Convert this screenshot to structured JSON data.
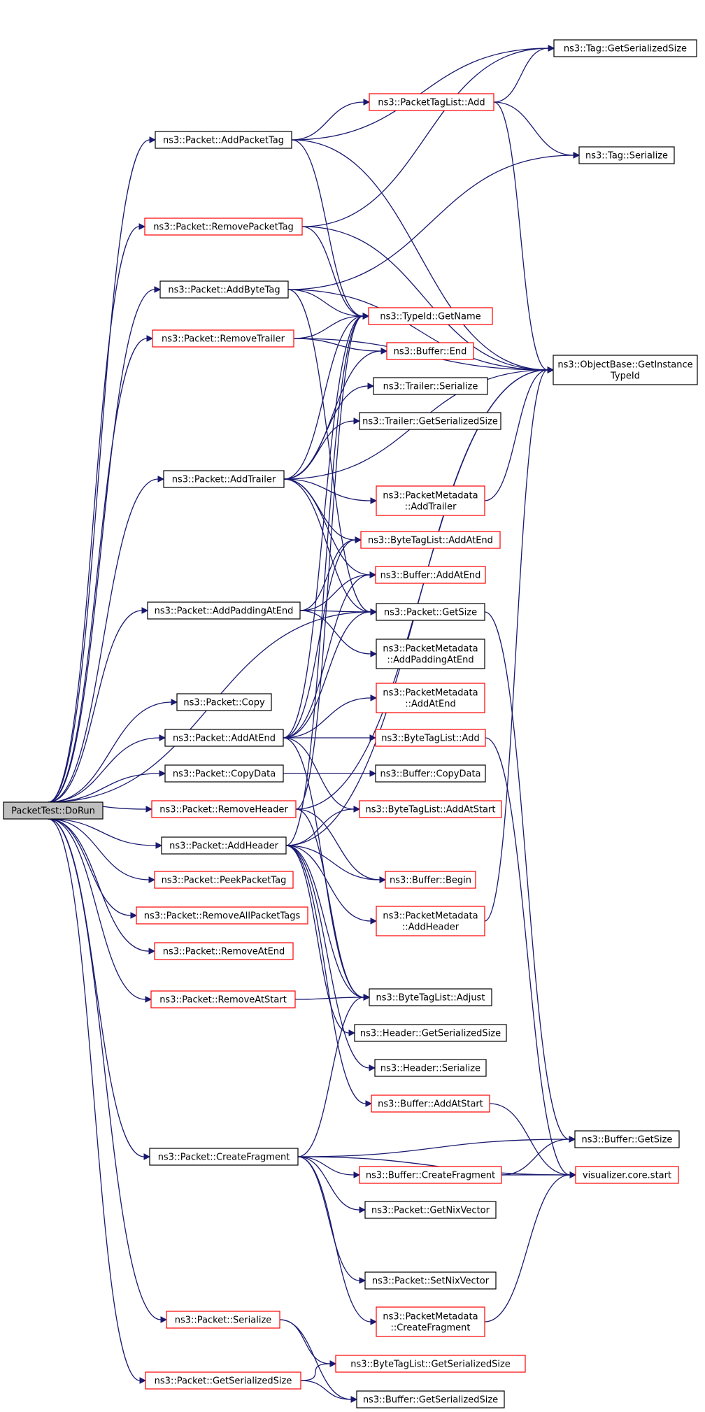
{
  "colors": {
    "edge": "#191970",
    "border_black": "#000000",
    "border_red": "#ff0000",
    "root_fill": "#bfbfbf"
  },
  "nodes": [
    {
      "id": "n0",
      "label": [
        "PacketTest::DoRun"
      ],
      "style": "root"
    },
    {
      "id": "n1",
      "label": [
        "ns3::Packet::AddPacketTag"
      ],
      "style": "black"
    },
    {
      "id": "n2",
      "label": [
        "ns3::Packet::RemovePacketTag"
      ],
      "style": "red"
    },
    {
      "id": "n3",
      "label": [
        "ns3::Packet::AddByteTag"
      ],
      "style": "black"
    },
    {
      "id": "n4",
      "label": [
        "ns3::Packet::RemoveTrailer"
      ],
      "style": "red"
    },
    {
      "id": "n5",
      "label": [
        "ns3::Packet::AddTrailer"
      ],
      "style": "black"
    },
    {
      "id": "n6",
      "label": [
        "ns3::Packet::AddPaddingAtEnd"
      ],
      "style": "black"
    },
    {
      "id": "n7",
      "label": [
        "ns3::Packet::Copy"
      ],
      "style": "black"
    },
    {
      "id": "n8",
      "label": [
        "ns3::Packet::AddAtEnd"
      ],
      "style": "black"
    },
    {
      "id": "n9",
      "label": [
        "ns3::Packet::CopyData"
      ],
      "style": "black"
    },
    {
      "id": "n10",
      "label": [
        "ns3::Packet::RemoveHeader"
      ],
      "style": "red"
    },
    {
      "id": "n11",
      "label": [
        "ns3::Packet::AddHeader"
      ],
      "style": "black"
    },
    {
      "id": "n12",
      "label": [
        "ns3::Packet::PeekPacketTag"
      ],
      "style": "red"
    },
    {
      "id": "n13",
      "label": [
        "ns3::Packet::RemoveAllPacketTags"
      ],
      "style": "red"
    },
    {
      "id": "n14",
      "label": [
        "ns3::Packet::RemoveAtEnd"
      ],
      "style": "red"
    },
    {
      "id": "n15",
      "label": [
        "ns3::Packet::RemoveAtStart"
      ],
      "style": "red"
    },
    {
      "id": "n16",
      "label": [
        "ns3::Packet::CreateFragment"
      ],
      "style": "black"
    },
    {
      "id": "n17",
      "label": [
        "ns3::Packet::Serialize"
      ],
      "style": "red"
    },
    {
      "id": "n18",
      "label": [
        "ns3::Packet::GetSerializedSize"
      ],
      "style": "red"
    },
    {
      "id": "n19",
      "label": [
        "ns3::Tag::GetSerializedSize"
      ],
      "style": "black"
    },
    {
      "id": "n20",
      "label": [
        "ns3::PacketTagList::Add"
      ],
      "style": "red"
    },
    {
      "id": "n21",
      "label": [
        "ns3::Tag::Serialize"
      ],
      "style": "black"
    },
    {
      "id": "n22",
      "label": [
        "ns3::TypeId::GetName"
      ],
      "style": "red"
    },
    {
      "id": "n23",
      "label": [
        "ns3::Buffer::End"
      ],
      "style": "red"
    },
    {
      "id": "n24",
      "label": [
        "ns3::ObjectBase::GetInstance",
        "TypeId"
      ],
      "style": "black"
    },
    {
      "id": "n25",
      "label": [
        "ns3::Trailer::Serialize"
      ],
      "style": "black"
    },
    {
      "id": "n26",
      "label": [
        "ns3::Trailer::GetSerializedSize"
      ],
      "style": "black"
    },
    {
      "id": "n27",
      "label": [
        "ns3::PacketMetadata",
        "::AddTrailer"
      ],
      "style": "red"
    },
    {
      "id": "n28",
      "label": [
        "ns3::ByteTagList::AddAtEnd"
      ],
      "style": "red"
    },
    {
      "id": "n29",
      "label": [
        "ns3::Buffer::AddAtEnd"
      ],
      "style": "red"
    },
    {
      "id": "n30",
      "label": [
        "ns3::Packet::GetSize"
      ],
      "style": "black"
    },
    {
      "id": "n31",
      "label": [
        "ns3::PacketMetadata",
        "::AddPaddingAtEnd"
      ],
      "style": "black"
    },
    {
      "id": "n32",
      "label": [
        "ns3::PacketMetadata",
        "::AddAtEnd"
      ],
      "style": "red"
    },
    {
      "id": "n33",
      "label": [
        "ns3::ByteTagList::Add"
      ],
      "style": "red"
    },
    {
      "id": "n34",
      "label": [
        "ns3::Buffer::CopyData"
      ],
      "style": "black"
    },
    {
      "id": "n35",
      "label": [
        "ns3::ByteTagList::AddAtStart"
      ],
      "style": "red"
    },
    {
      "id": "n36",
      "label": [
        "ns3::Buffer::Begin"
      ],
      "style": "red"
    },
    {
      "id": "n37",
      "label": [
        "ns3::PacketMetadata",
        "::AddHeader"
      ],
      "style": "red"
    },
    {
      "id": "n38",
      "label": [
        "ns3::ByteTagList::Adjust"
      ],
      "style": "black"
    },
    {
      "id": "n39",
      "label": [
        "ns3::Header::GetSerializedSize"
      ],
      "style": "black"
    },
    {
      "id": "n40",
      "label": [
        "ns3::Header::Serialize"
      ],
      "style": "black"
    },
    {
      "id": "n41",
      "label": [
        "ns3::Buffer::AddAtStart"
      ],
      "style": "red"
    },
    {
      "id": "n42",
      "label": [
        "ns3::Buffer::GetSize"
      ],
      "style": "black"
    },
    {
      "id": "n43",
      "label": [
        "ns3::Buffer::CreateFragment"
      ],
      "style": "red"
    },
    {
      "id": "n44",
      "label": [
        "visualizer.core.start"
      ],
      "style": "red"
    },
    {
      "id": "n45",
      "label": [
        "ns3::Packet::GetNixVector"
      ],
      "style": "black"
    },
    {
      "id": "n46",
      "label": [
        "ns3::Packet::SetNixVector"
      ],
      "style": "black"
    },
    {
      "id": "n47",
      "label": [
        "ns3::PacketMetadata",
        "::CreateFragment"
      ],
      "style": "red"
    },
    {
      "id": "n48",
      "label": [
        "ns3::ByteTagList::GetSerializedSize"
      ],
      "style": "red"
    },
    {
      "id": "n49",
      "label": [
        "ns3::Buffer::GetSerializedSize"
      ],
      "style": "black"
    }
  ],
  "edges": [
    [
      "n0",
      "n1"
    ],
    [
      "n0",
      "n2"
    ],
    [
      "n0",
      "n3"
    ],
    [
      "n0",
      "n4"
    ],
    [
      "n0",
      "n5"
    ],
    [
      "n0",
      "n6"
    ],
    [
      "n0",
      "n7"
    ],
    [
      "n0",
      "n8"
    ],
    [
      "n0",
      "n9"
    ],
    [
      "n0",
      "n10"
    ],
    [
      "n0",
      "n11"
    ],
    [
      "n0",
      "n12"
    ],
    [
      "n0",
      "n13"
    ],
    [
      "n0",
      "n14"
    ],
    [
      "n0",
      "n15"
    ],
    [
      "n0",
      "n16"
    ],
    [
      "n0",
      "n17"
    ],
    [
      "n0",
      "n18"
    ],
    [
      "n0",
      "n30"
    ],
    [
      "n1",
      "n19"
    ],
    [
      "n1",
      "n20"
    ],
    [
      "n1",
      "n22"
    ],
    [
      "n1",
      "n24"
    ],
    [
      "n20",
      "n19"
    ],
    [
      "n20",
      "n21"
    ],
    [
      "n20",
      "n24"
    ],
    [
      "n2",
      "n19"
    ],
    [
      "n2",
      "n22"
    ],
    [
      "n2",
      "n24"
    ],
    [
      "n3",
      "n21"
    ],
    [
      "n3",
      "n22"
    ],
    [
      "n3",
      "n24"
    ],
    [
      "n3",
      "n30"
    ],
    [
      "n4",
      "n22"
    ],
    [
      "n4",
      "n23"
    ],
    [
      "n4",
      "n24"
    ],
    [
      "n5",
      "n22"
    ],
    [
      "n5",
      "n23"
    ],
    [
      "n5",
      "n25"
    ],
    [
      "n5",
      "n26"
    ],
    [
      "n5",
      "n24"
    ],
    [
      "n5",
      "n27"
    ],
    [
      "n5",
      "n28"
    ],
    [
      "n5",
      "n29"
    ],
    [
      "n5",
      "n30"
    ],
    [
      "n27",
      "n24"
    ],
    [
      "n6",
      "n28"
    ],
    [
      "n6",
      "n29"
    ],
    [
      "n6",
      "n30"
    ],
    [
      "n6",
      "n31"
    ],
    [
      "n8",
      "n22"
    ],
    [
      "n8",
      "n28"
    ],
    [
      "n8",
      "n29"
    ],
    [
      "n8",
      "n30"
    ],
    [
      "n8",
      "n32"
    ],
    [
      "n8",
      "n33"
    ],
    [
      "n8",
      "n35"
    ],
    [
      "n8",
      "n38"
    ],
    [
      "n33",
      "n44"
    ],
    [
      "n9",
      "n34"
    ],
    [
      "n10",
      "n22"
    ],
    [
      "n10",
      "n24"
    ],
    [
      "n10",
      "n36"
    ],
    [
      "n10",
      "n38"
    ],
    [
      "n11",
      "n22"
    ],
    [
      "n11",
      "n24"
    ],
    [
      "n11",
      "n35"
    ],
    [
      "n11",
      "n36"
    ],
    [
      "n11",
      "n37"
    ],
    [
      "n11",
      "n38"
    ],
    [
      "n11",
      "n39"
    ],
    [
      "n11",
      "n40"
    ],
    [
      "n11",
      "n41"
    ],
    [
      "n37",
      "n24"
    ],
    [
      "n41",
      "n44"
    ],
    [
      "n15",
      "n38"
    ],
    [
      "n16",
      "n38"
    ],
    [
      "n16",
      "n42"
    ],
    [
      "n16",
      "n43"
    ],
    [
      "n16",
      "n44"
    ],
    [
      "n16",
      "n45"
    ],
    [
      "n16",
      "n46"
    ],
    [
      "n16",
      "n47"
    ],
    [
      "n43",
      "n42"
    ],
    [
      "n43",
      "n44"
    ],
    [
      "n47",
      "n44"
    ],
    [
      "n30",
      "n42"
    ],
    [
      "n17",
      "n48"
    ],
    [
      "n17",
      "n49"
    ],
    [
      "n18",
      "n48"
    ],
    [
      "n18",
      "n49"
    ]
  ]
}
